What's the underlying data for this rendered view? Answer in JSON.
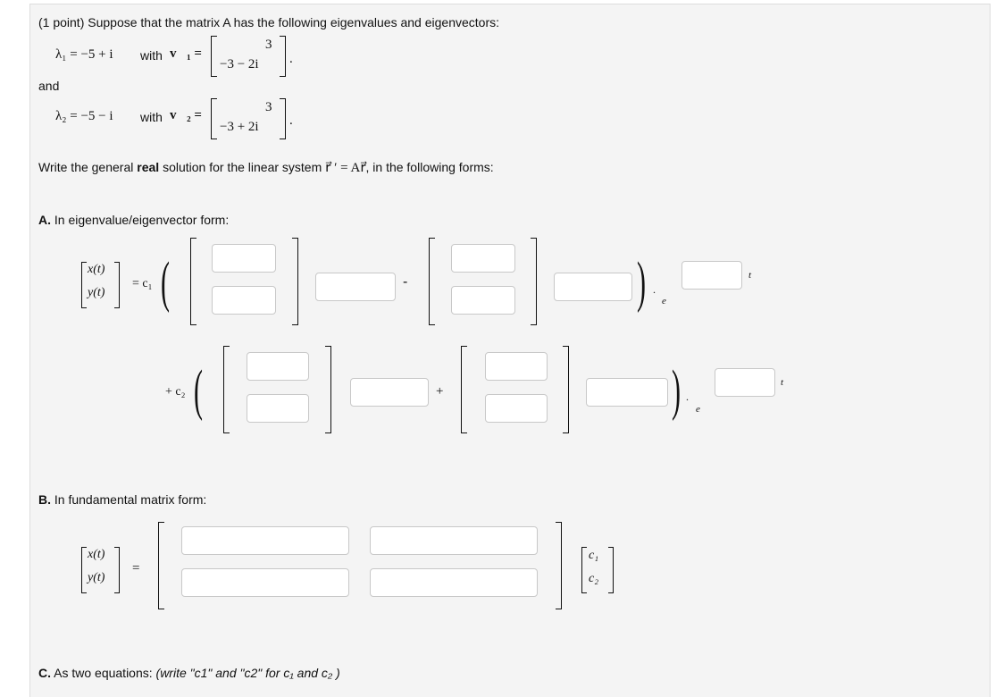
{
  "problem": {
    "intro": "(1 point) Suppose that the matrix A has the following eigenvalues and eigenvectors:",
    "lambda1_lhs": "λ₁ = −5 + i",
    "with1": "with",
    "v1_lhs": "v⃗₁ =",
    "v1_top": "3",
    "v1_bottom": "−3 − 2i",
    "and": "and",
    "lambda2_lhs": "λ₂ = −5 − i",
    "with2": "with",
    "v2_lhs": "v⃗₂ =",
    "v2_top": "3",
    "v2_bottom": "−3 + 2i",
    "instruction_prefix": "Write the general",
    "instruction_bold": "real",
    "instruction_mid": "solution for the linear system",
    "system_eq": "r⃗ ′ = Ar⃗",
    "instruction_suffix": ", in the following forms:"
  },
  "partA": {
    "label_bold": "A.",
    "label": "In eigenvalue/eigenvector form:",
    "x_t": "x(t)",
    "y_t": "y(t)",
    "eq_c1": "= c₁",
    "minus": "-",
    "plus_c2": "+ c₂",
    "plus": "+",
    "e": "e",
    "t": "t",
    "fields": [
      "",
      "",
      "",
      "",
      "",
      "",
      "",
      "",
      "",
      "",
      "",
      "",
      "",
      ""
    ]
  },
  "partB": {
    "label_bold": "B.",
    "label": "In fundamental matrix form:",
    "x_t": "x(t)",
    "y_t": "y(t)",
    "eq": "=",
    "c1": "c₁",
    "c2": "c₂",
    "fields": [
      "",
      "",
      "",
      ""
    ]
  },
  "partC": {
    "label_bold": "C.",
    "label": "As two equations:",
    "hint": "(write \"c1\" and \"c2\" for c₁ and c₂ )"
  }
}
